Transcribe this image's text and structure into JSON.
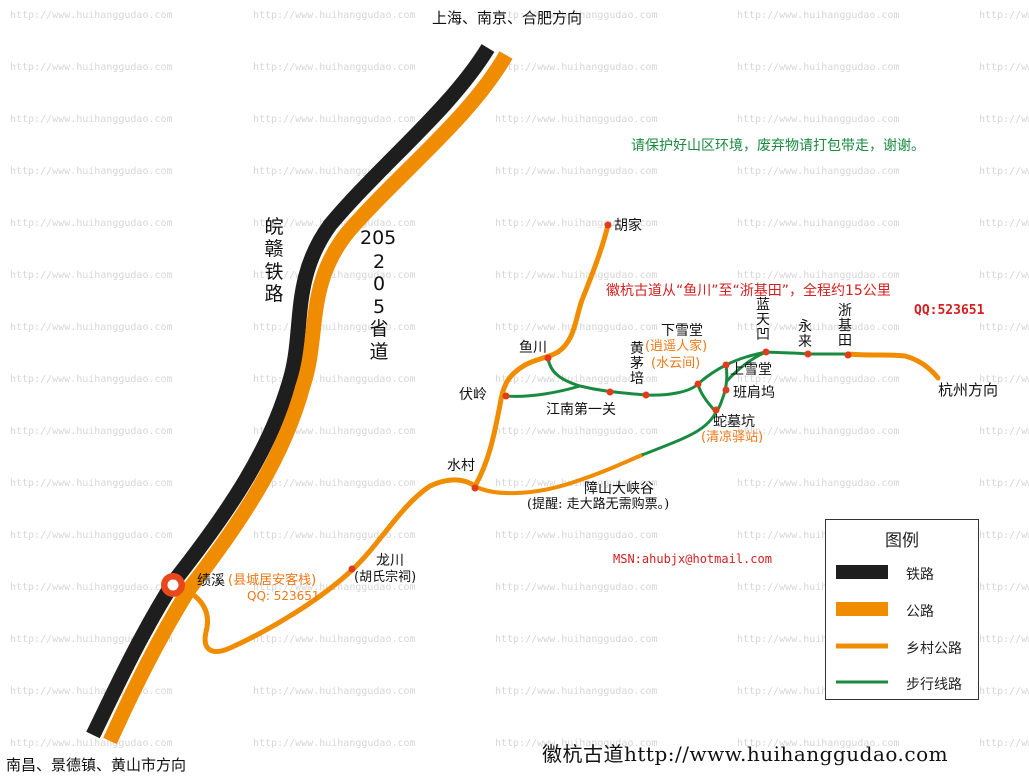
{
  "watermark": "http://www.huihanggudao.com",
  "directions": {
    "north": "上海、南京、合肥方向",
    "southwest": "南昌、景德镇、黄山市方向",
    "east": "杭州方向"
  },
  "notice": "请保护好山区环境，废弃物请打包带走，谢谢。",
  "route_summary": "徽杭古道从“鱼川”至“浙基田”，全程约15公里",
  "qq_top": "QQ:523651",
  "msn": "MSN:ahubjx@hotmail.com",
  "roads": {
    "railway": "皖赣铁路",
    "provincial_road": "205省道"
  },
  "places": {
    "hujia": "胡家",
    "yuchuan": "鱼川",
    "fuling": "伏岭",
    "jiangnan_diyiguan": "江南第一关",
    "huangmaopei": "黄茅培",
    "xiaxuetang": "下雪堂",
    "xiaoyao_renjia": "(逍遥人家)",
    "shuiyun_jian": "(水云间)",
    "lantianwa": "蓝天凹",
    "yonglai": "永来",
    "zhejitian": "浙基田",
    "shangxuetang": "上雪堂",
    "banjianwu": "班肩坞",
    "shemukeng": "蛇墓坑",
    "qingliang_yizhan": "(清凉驿站)",
    "shuicun": "水村",
    "zhangshan_daxiagu": "障山大峡谷",
    "zhangshan_note": "(提醒: 走大路无需购票。)",
    "longchuan": "龙川",
    "hushi_zongci": "(胡氏宗祠)",
    "jixi": "绩溪",
    "jixi_inn": "(县城居安客栈)",
    "jixi_qq": "QQ: 523651"
  },
  "legend": {
    "title": "图例",
    "items": [
      {
        "label": "铁路",
        "color": "#1e1e1e"
      },
      {
        "label": "公路",
        "color": "#f08c00"
      },
      {
        "label": "乡村公路",
        "color": "#f08c00"
      },
      {
        "label": "步行线路",
        "color": "#1a8a40"
      }
    ]
  },
  "footer": "徽杭古道http://www.huihanggudao.com",
  "colors": {
    "railway": "#1e1e1e",
    "highway": "#f08c00",
    "trail": "#1a8a40",
    "station_dot": "#e03c1c",
    "accent_orange": "#f07818",
    "accent_red": "#d42020",
    "accent_green": "#1a8a40"
  }
}
